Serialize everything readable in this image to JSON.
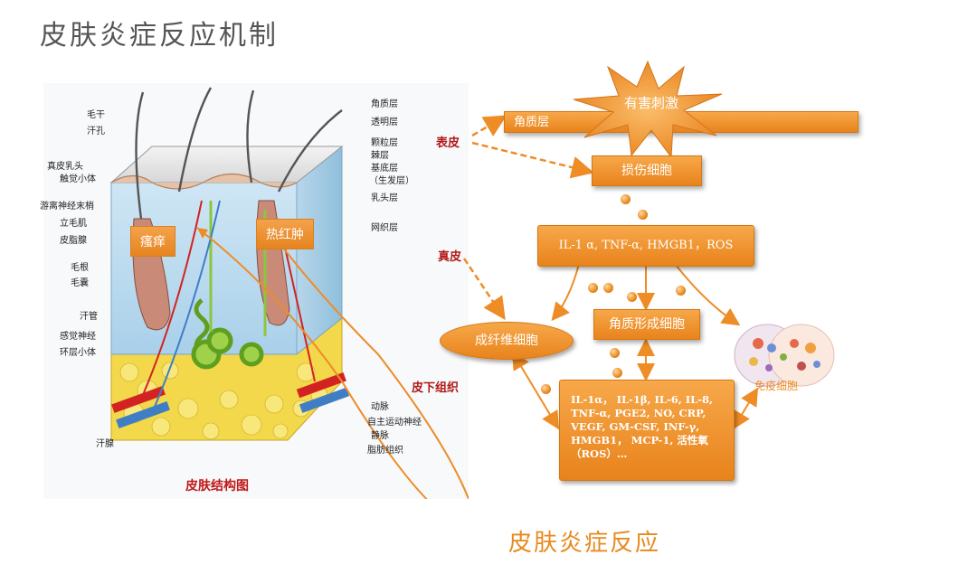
{
  "title": "皮肤炎症反应机制",
  "skin_diagram": {
    "caption": "皮肤结构图",
    "left_labels": [
      "毛干",
      "汗孔",
      "真皮乳头",
      "触觉小体",
      "游离神经末梢",
      "立毛肌",
      "皮脂腺",
      "毛根",
      "毛囊",
      "汗管",
      "感觉神经",
      "环层小体",
      "汗腺"
    ],
    "right_labels": [
      "角质层",
      "透明层",
      "颗粒层",
      "棘层",
      "基底层",
      "（生发层）",
      "乳头层",
      "网织层",
      "动脉",
      "自主运动神经",
      "静脉",
      "脂肪组织"
    ],
    "tag_itch": "瘙痒",
    "tag_redness": "热红肿"
  },
  "flow": {
    "layer_epidermis": "表皮",
    "layer_dermis": "真皮",
    "layer_subcutis": "皮下组织",
    "stimulus": "有害刺激",
    "stratum_corneum": "角质层",
    "damaged_cells": "损伤细胞",
    "mediators_1": "IL-1 α, TNF-α, HMGB1，ROS",
    "fibroblast": "成纤维细胞",
    "keratinocyte": "角质形成细胞",
    "immune_cell": "免疫细胞",
    "mediators_2": "IL-1α， IL-1β, IL-6, IL-8, TNF-α, PGE2, NO, CRP, VEGF, GM-CSF, INF-γ, HMGB1， MCP-1, 活性氧（ROS）…",
    "result": "皮肤炎症反应"
  },
  "colors": {
    "orange": "#ee8c26",
    "red": "#b11818",
    "title_gray": "#555555"
  }
}
